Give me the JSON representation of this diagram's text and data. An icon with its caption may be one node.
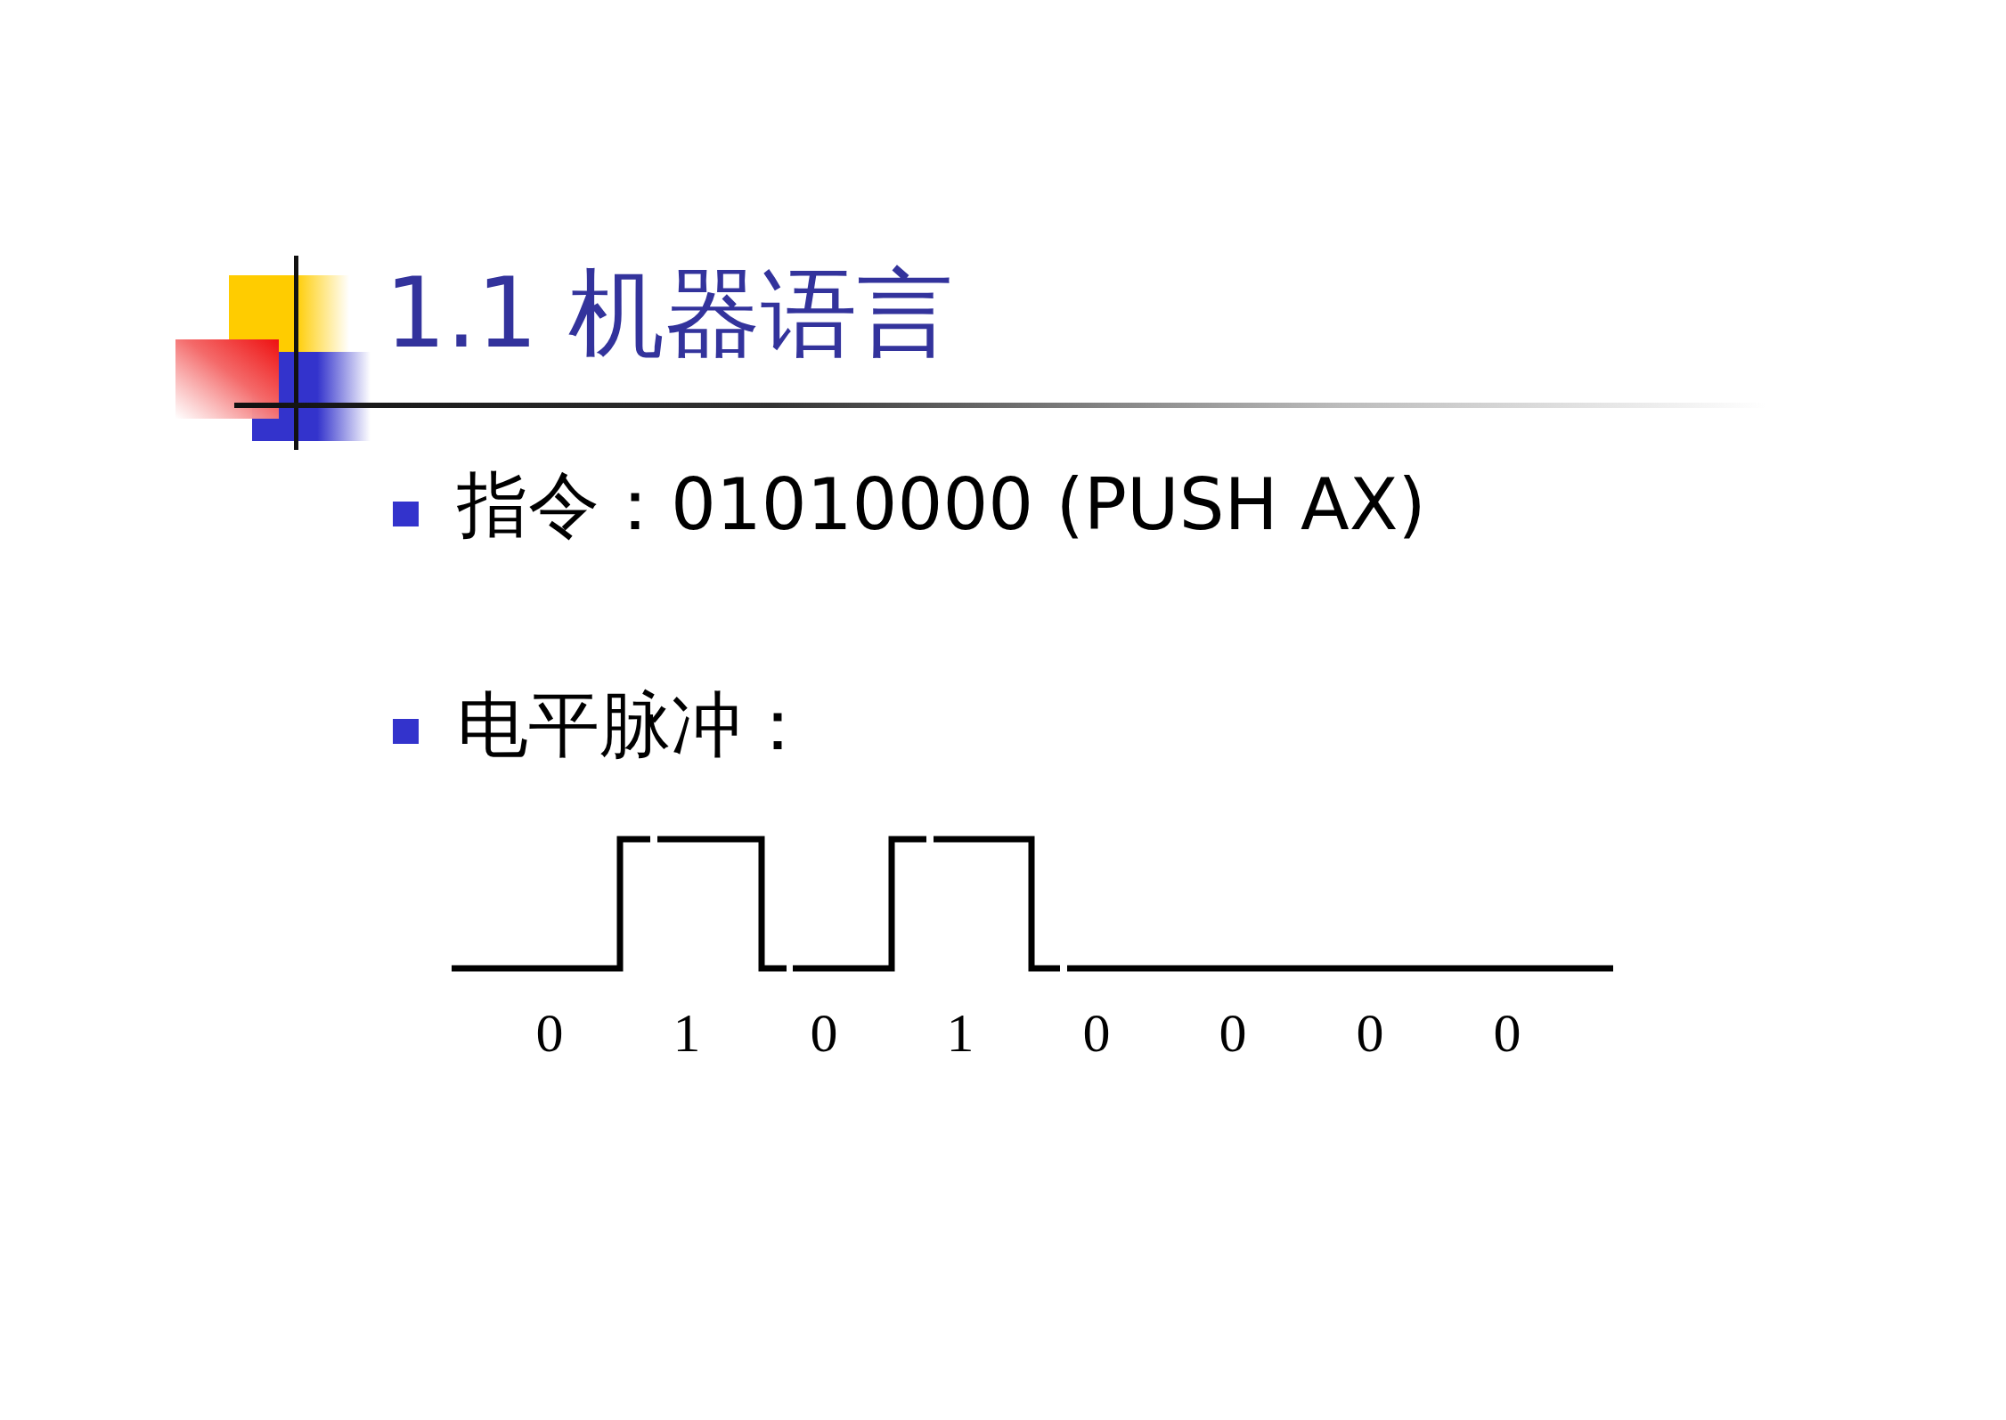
{
  "diagram": {
    "title": "1.1 机器语言",
    "labels": [
      "指令：01010000 (PUSH AX)",
      "电平脉冲：",
      "0",
      "1",
      "0",
      "1",
      "0",
      "0",
      "0",
      "0"
    ]
  }
}
